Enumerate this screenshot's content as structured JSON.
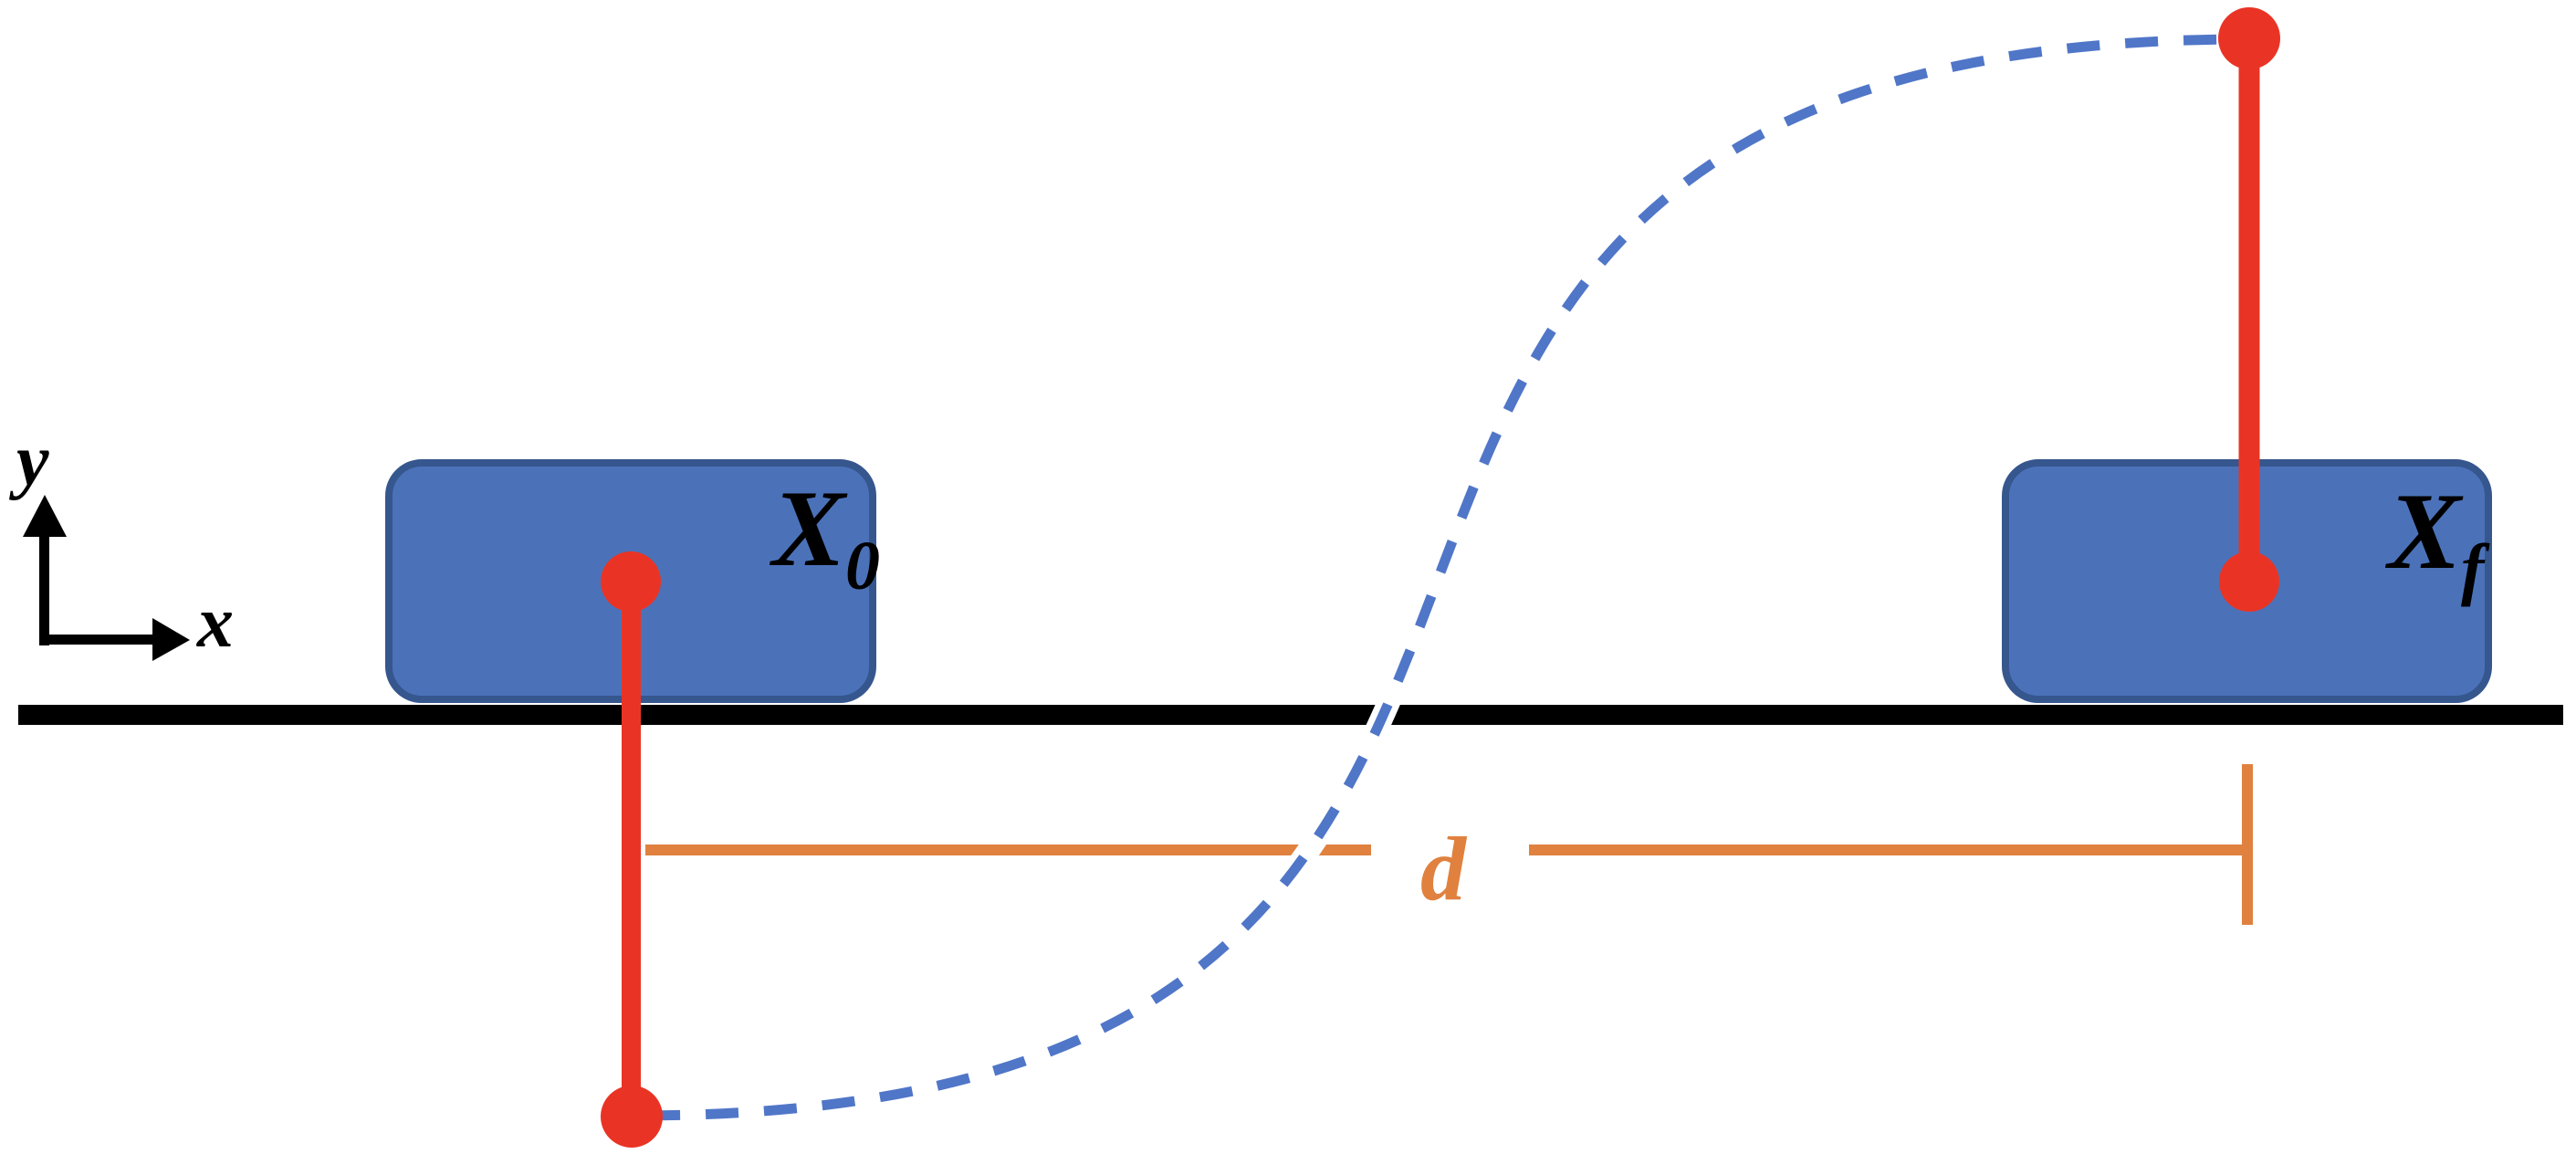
{
  "diagram": {
    "labels": {
      "axis_y": "y",
      "axis_x": "x",
      "initial_state": {
        "base": "X",
        "sub": "0"
      },
      "final_state": {
        "base": "X",
        "sub": "f"
      },
      "distance": "d"
    },
    "colors": {
      "background": "#FFFFFF",
      "cart_fill": "#4B72B9",
      "cart_border": "#36568E",
      "pendulum_red": "#E93425",
      "measure_orange": "#E0813F",
      "trajectory_blue": "#5076C8",
      "ground_black": "#000000",
      "axis_black": "#000000",
      "label_black": "#000000"
    }
  }
}
